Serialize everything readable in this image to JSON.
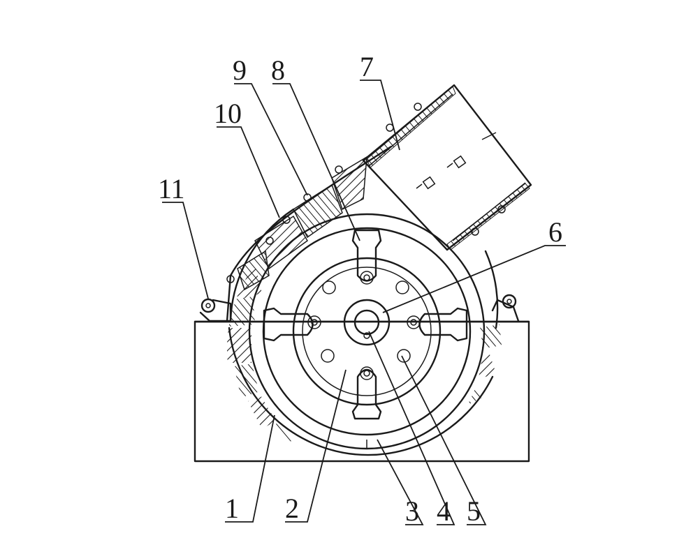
{
  "figure": {
    "callouts": [
      {
        "id": "1",
        "text": "1"
      },
      {
        "id": "2",
        "text": "2"
      },
      {
        "id": "3",
        "text": "3"
      },
      {
        "id": "4",
        "text": "4"
      },
      {
        "id": "5",
        "text": "5"
      },
      {
        "id": "6",
        "text": "6"
      },
      {
        "id": "7",
        "text": "7"
      },
      {
        "id": "8",
        "text": "8"
      },
      {
        "id": "9",
        "text": "9"
      },
      {
        "id": "10",
        "text": "10"
      },
      {
        "id": "11",
        "text": "11"
      }
    ]
  }
}
